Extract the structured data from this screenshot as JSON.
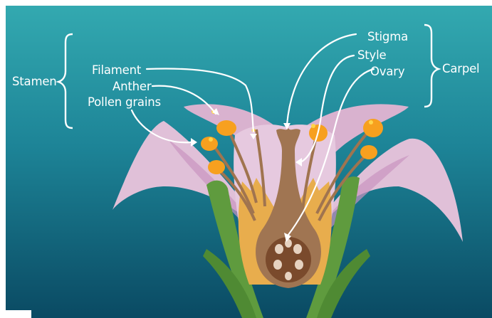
{
  "labels": {
    "stamen": "Stamen",
    "filament": "Filament",
    "anther": "Anther",
    "pollen_grains": "Pollen grains",
    "stigma": "Stigma",
    "style": "Style",
    "ovary": "Ovary",
    "carpel": "Carpel"
  },
  "colors": {
    "background_top": "#2c9fa9",
    "background_bottom": "#0a4a63",
    "petal": "#ddbcd5",
    "petal_vein": "#c98fbf",
    "carpel": "#a07552",
    "ovary_inner": "#7a4a2c",
    "anther": "#f7a01f",
    "sepal": "#5f9b3e",
    "receptacle": "#e8ad4d",
    "label_text": "#ffffff"
  }
}
